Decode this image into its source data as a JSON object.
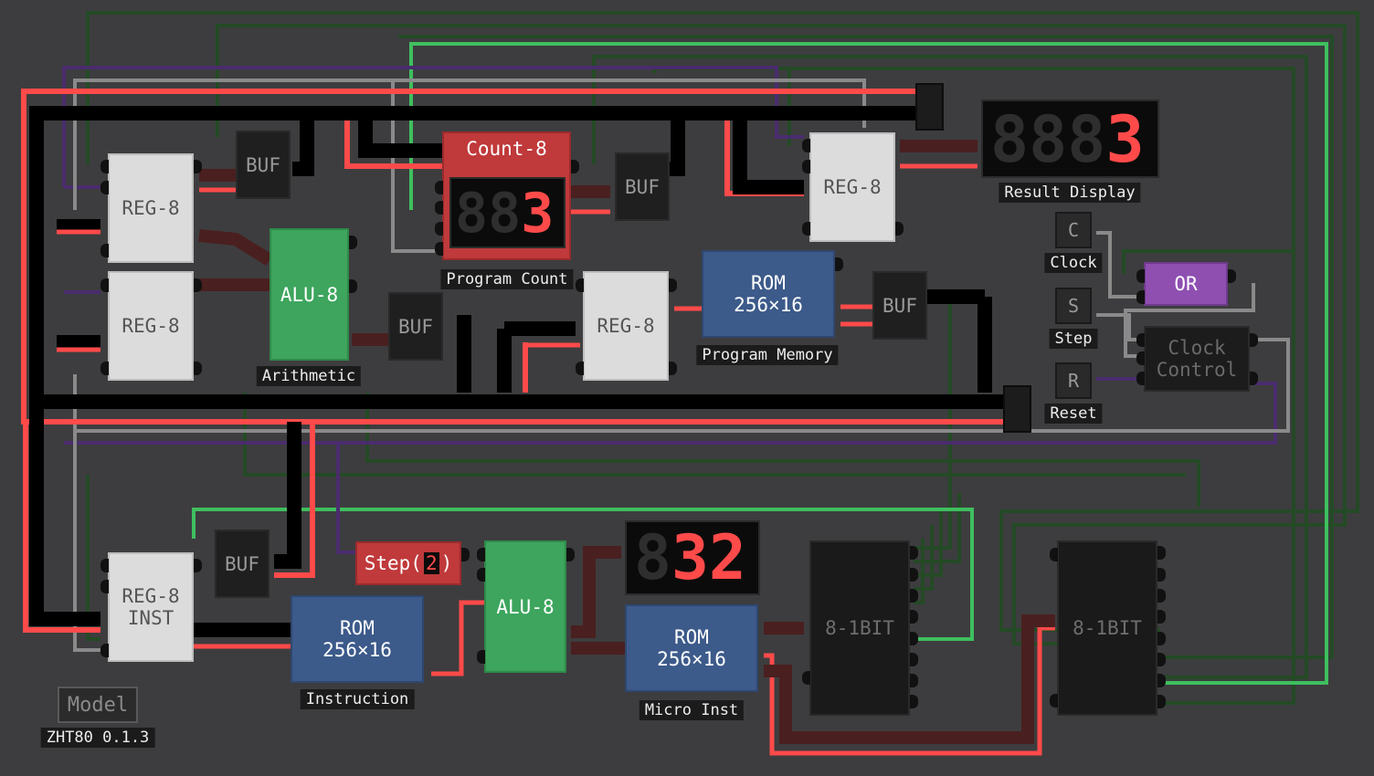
{
  "colors": {
    "background": "#3d3d3f",
    "wire_red": "#ff4a4a",
    "wire_black": "#000000",
    "wire_green": "#2e7d32",
    "wire_bright_green": "#3fbf5f",
    "wire_purple": "#4b2a6e",
    "wire_gray": "#8a8a8a"
  },
  "components": {
    "reg_a": "REG-8",
    "reg_b": "REG-8",
    "reg_pc": "REG-8",
    "reg_out": "REG-8",
    "reg_inst": "REG-8\nINST",
    "buf_top": "BUF",
    "buf_pc": "BUF",
    "buf_alu": "BUF",
    "buf_rom": "BUF",
    "buf_inst": "BUF",
    "alu_main": "ALU-8",
    "alu_step": "ALU-8",
    "rom_program": "ROM\n256×16",
    "rom_instruction": "ROM\n256×16",
    "rom_micro": "ROM\n256×16",
    "mux_a": "8-1BIT",
    "mux_b": "8-1BIT",
    "or_gate": "OR",
    "clock_control": "Clock\nControl",
    "counter_title": "Count-8",
    "counter_digits_off": "88",
    "counter_digit_on": "3",
    "result_digits_off": "888",
    "result_digit_on": "3",
    "micro_digit_off": "8",
    "micro_digits_on": "32",
    "step_prefix": "Step(",
    "step_digit": "2",
    "step_suffix": ")"
  },
  "buttons": {
    "clock": "C",
    "step": "S",
    "reset": "R"
  },
  "labels": {
    "program_count": "Program Count",
    "arithmetic": "Arithmetic",
    "program_memory": "Program Memory",
    "result_display": "Result Display",
    "clock": "Clock",
    "step": "Step",
    "reset": "Reset",
    "instruction": "Instruction",
    "micro_inst": "Micro Inst",
    "model_button": "Model",
    "version": "ZHT80 0.1.3"
  }
}
